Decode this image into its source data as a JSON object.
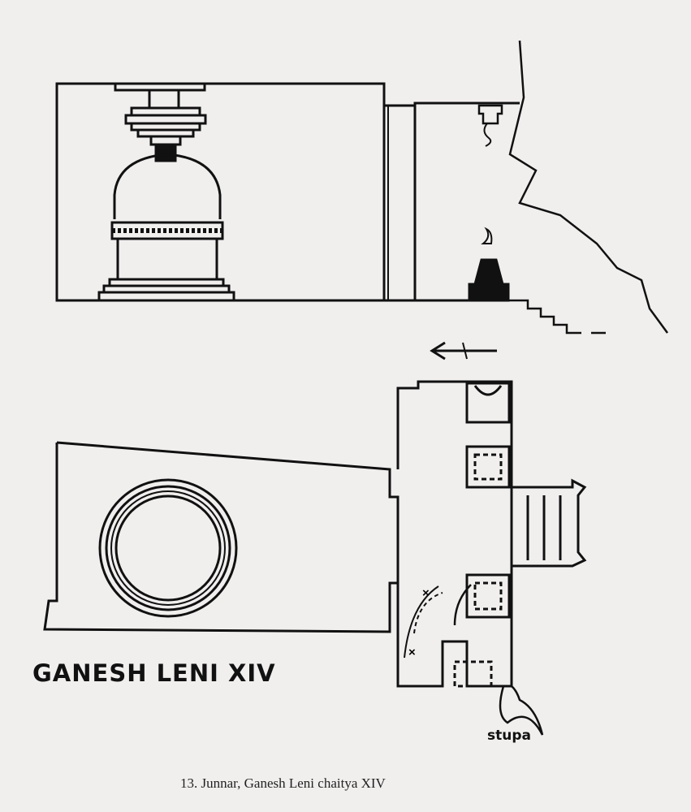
{
  "figure": {
    "title_label": "GANESH LENI XIV",
    "stupa_label": "stupa",
    "caption": "13.   Junnar, Ganesh Leni chaitya XIV",
    "marker_symbol": "×"
  },
  "colors": {
    "ink": "#111111",
    "paper": "#f1efee"
  }
}
